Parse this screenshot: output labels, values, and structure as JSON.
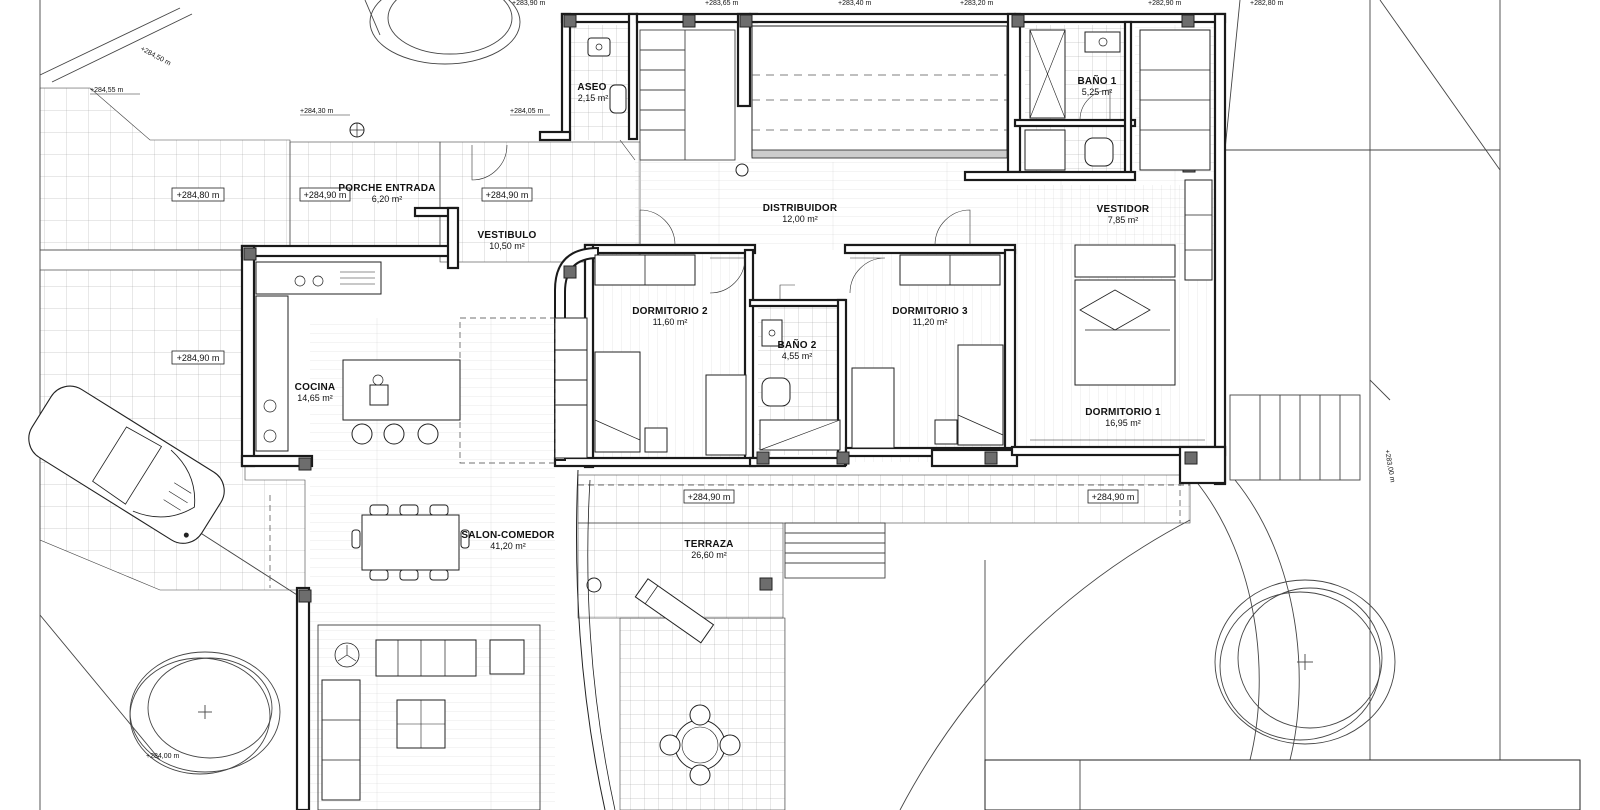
{
  "rooms": [
    {
      "id": "aseo",
      "name": "ASEO",
      "area": "2,15 m²"
    },
    {
      "id": "bano1",
      "name": "BAÑO 1",
      "area": "5,25 m²"
    },
    {
      "id": "porche",
      "name": "PORCHE ENTRADA",
      "area": "6,20 m²"
    },
    {
      "id": "vestibulo",
      "name": "VESTIBULO",
      "area": "10,50 m²"
    },
    {
      "id": "distribuidor",
      "name": "DISTRIBUIDOR",
      "area": "12,00  m²"
    },
    {
      "id": "vestidor",
      "name": "VESTIDOR",
      "area": "7,85 m²"
    },
    {
      "id": "dorm2",
      "name": "DORMITORIO 2",
      "area": "11,60 m²"
    },
    {
      "id": "dorm3",
      "name": "DORMITORIO 3",
      "area": "11,20 m²"
    },
    {
      "id": "bano2",
      "name": "BAÑO 2",
      "area": "4,55 m²"
    },
    {
      "id": "cocina",
      "name": "COCINA",
      "area": "14,65 m²"
    },
    {
      "id": "dorm1",
      "name": "DORMITORIO 1",
      "area": "16,95 m²"
    },
    {
      "id": "salon",
      "name": "SALON-COMEDOR",
      "area": "41,20 m²"
    },
    {
      "id": "terraza",
      "name": "TERRAZA",
      "area": "26,60 m²"
    }
  ],
  "levels": {
    "l1": "+284,80 m",
    "l2": "+284,90 m",
    "l3": "+284,90 m",
    "l4": "+284,90 m",
    "l5": "+284,90 m",
    "l6": "+284,90 m",
    "s1": "+284,55 m",
    "s2": "+284,30 m",
    "s3": "+284,05 m",
    "s4": "+283,90 m",
    "s5": "+283,65 m",
    "s6": "+283,40 m",
    "s7": "+283,20 m",
    "s8": "+282,90 m",
    "s9": "+282,80 m",
    "s10": "+284,00 m",
    "s11": "+284,50 m",
    "s12": "+283,00 m"
  }
}
